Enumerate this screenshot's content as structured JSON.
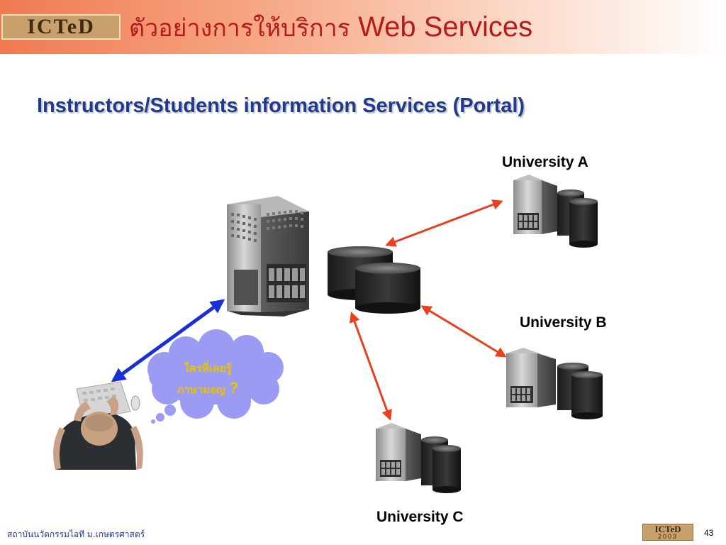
{
  "header": {
    "logo_text": "ICTeD",
    "title_thai": "ตัวอย่างการให้บริการ",
    "title_en": "Web Services"
  },
  "subtitle": "Instructors/Students information Services (Portal)",
  "nodes": {
    "university_a": "University A",
    "university_b": "University B",
    "university_c": "University C"
  },
  "thought_bubble": {
    "line1": "ใครที่เคยรู้",
    "line2": "ภาษามอญ",
    "mark": "?"
  },
  "footer": {
    "institute": "สถาบันนวัตกรรมไอที ม.เกษตรศาสตร์",
    "logo_text": "ICTeD",
    "logo_year": "2003",
    "page_number": "43"
  },
  "colors": {
    "header_accent": "#b21c1c",
    "subtitle": "#1f3a8f",
    "arrow_red": "#e8401c",
    "arrow_blue": "#1a2fd6",
    "bubble": "#9b9bf3"
  }
}
